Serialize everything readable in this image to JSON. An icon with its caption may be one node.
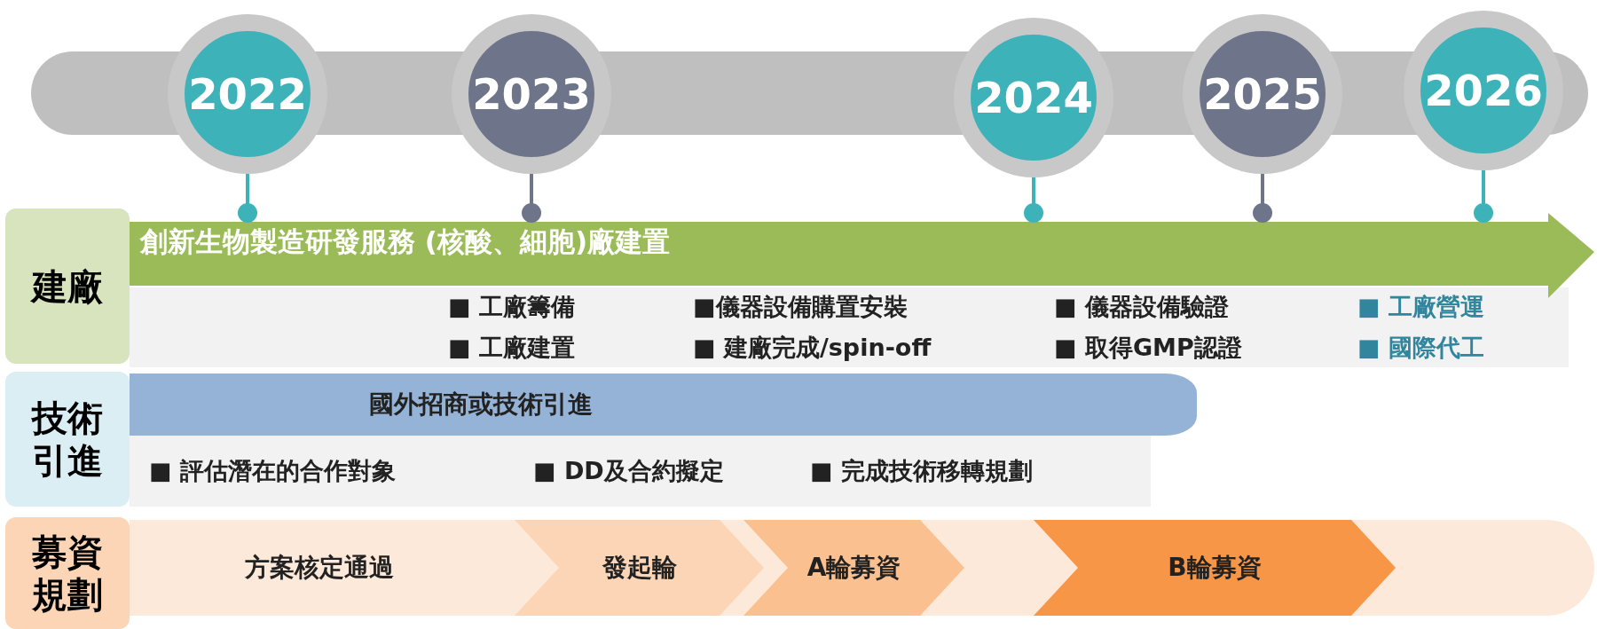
{
  "diagram": {
    "nodes": [
      {
        "text": [],
        "shape": "bar"
      },
      {
        "text": [
          "2022"
        ]
      },
      {
        "text": [
          "2023"
        ]
      },
      {
        "text": [
          "2024"
        ]
      },
      {
        "text": [
          "2025"
        ]
      },
      {
        "text": [
          "2026"
        ]
      },
      {
        "text": [
          "建廠"
        ]
      },
      {
        "text": [
          "創新生物製造研發服務 (核酸、細胞)廠建置"
        ]
      },
      {
        "text": [
          "■ 工廠籌備",
          "■ 工廠建置",
          "■儀器設備購置安裝",
          "■ 建廠完成/spin-off",
          "■ 儀器設備驗證",
          "■ 取得GMP認證",
          "■ 工廠營運",
          "■ 國際代工"
        ]
      },
      {
        "text": [
          "技術引進"
        ]
      },
      {
        "text": [
          "國外招商或技術引進"
        ]
      },
      {
        "text": [
          "■ 評估潛在的合作對象",
          "■ DD及合約擬定",
          "■ 完成技術移轉規劃"
        ]
      },
      {
        "text": [
          "募資規劃"
        ]
      },
      {
        "text": [
          "方案核定通過"
        ]
      },
      {
        "text": [
          "發起輪"
        ],
        "in": 13
      },
      {
        "text": [
          "A輪募資"
        ],
        "in": 13
      },
      {
        "text": [
          "B輪募資"
        ],
        "in": 13
      }
    ],
    "edges": [
      {
        "from": 1,
        "to": 7,
        "arrow": "other"
      },
      {
        "from": 2,
        "to": 7,
        "arrow": "other"
      },
      {
        "from": 3,
        "to": 7,
        "arrow": "other"
      },
      {
        "from": 4,
        "to": 7,
        "arrow": "other"
      },
      {
        "from": 5,
        "to": 7,
        "arrow": "other"
      }
    ]
  }
}
